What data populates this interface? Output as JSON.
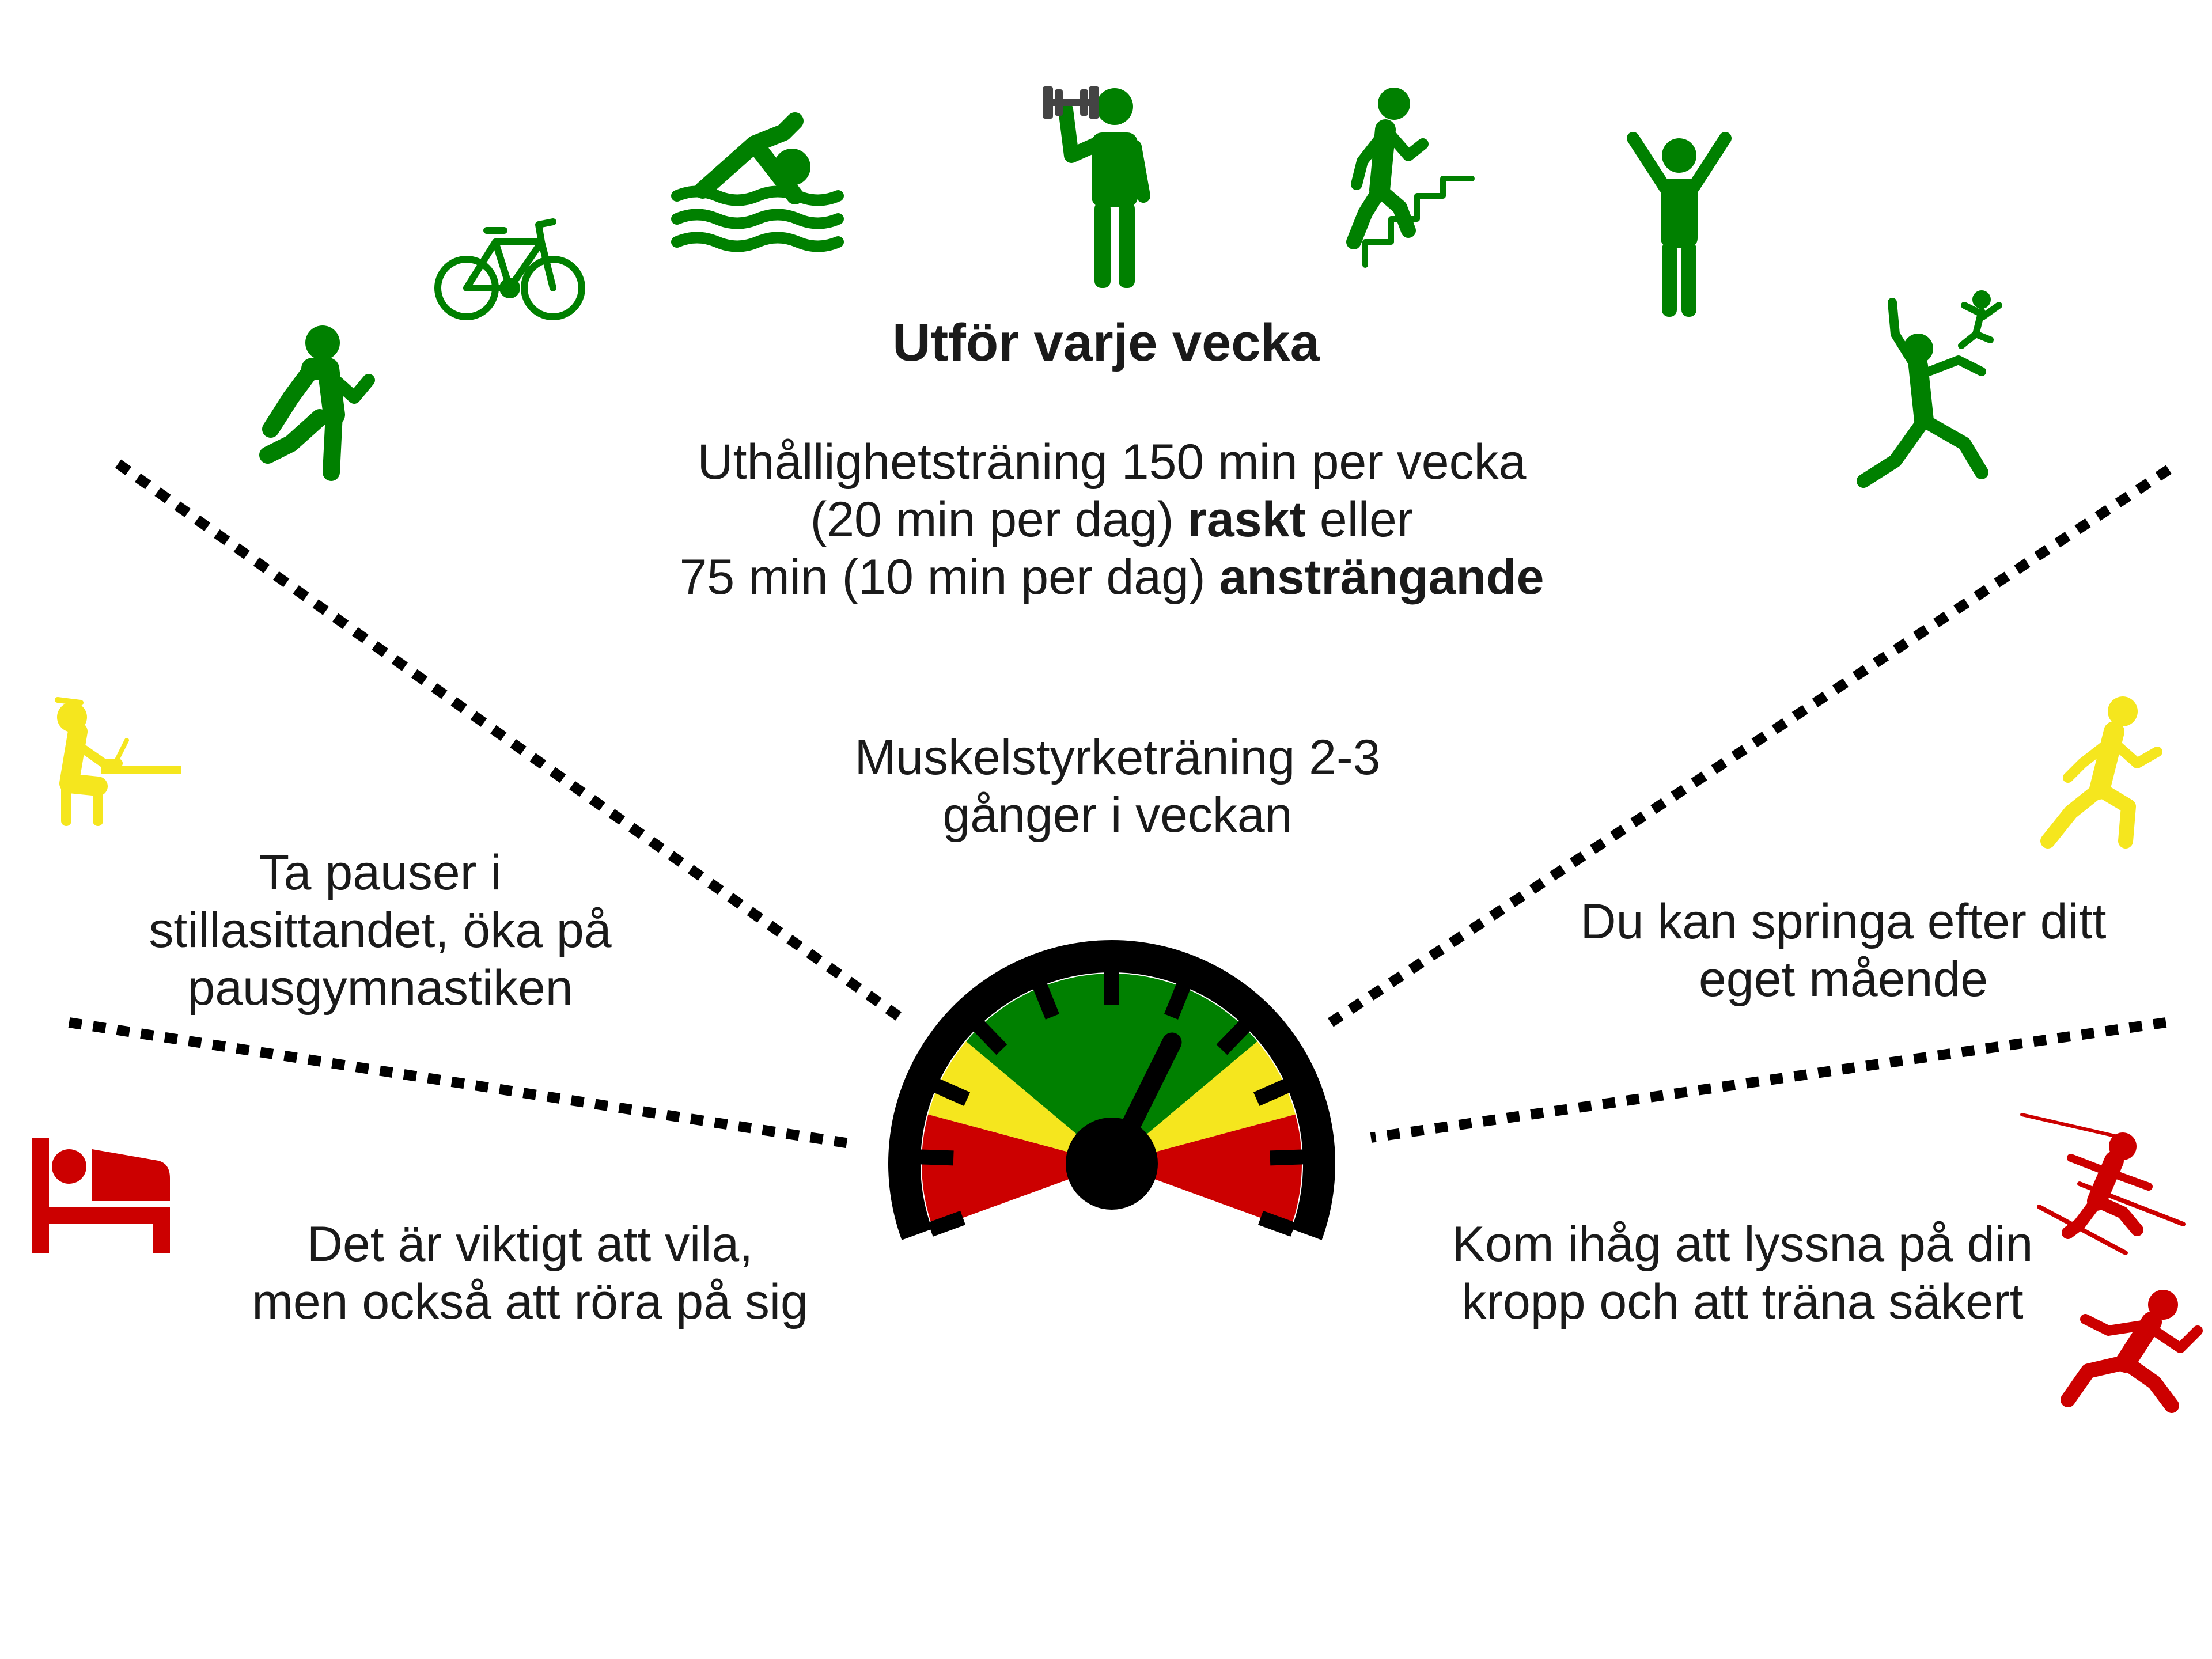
{
  "colors": {
    "green": "#008000",
    "yellow": "#f5e61e",
    "red": "#cc0000",
    "dark": "#000000"
  },
  "header": {
    "title": "Utför varje vecka"
  },
  "endurance": {
    "line1": "Uthållighetsträning 150 min per vecka",
    "line2_pre": "(20 min per dag) ",
    "line2_bold": "raskt",
    "line2_post": " eller",
    "line3_pre": "75 min (10 min per dag) ",
    "line3_bold": "ansträngande"
  },
  "strength": {
    "line1": "Muskelstyrketräning 2-3",
    "line2": "gånger i veckan"
  },
  "left_upper": {
    "line1": "Ta pauser i",
    "line2": "stillasittandet, öka på",
    "line3": "pausgymnastiken"
  },
  "left_lower": {
    "line1": "Det är viktigt att vila,",
    "line2": "men också att röra på sig"
  },
  "right_upper": {
    "line1": "Du kan springa efter ditt",
    "line2": "eget mående"
  },
  "right_lower": {
    "line1": "Kom ihåg att lyssna på din",
    "line2": "kropp och att träna säkert"
  },
  "gauge": {
    "needle_level": 0.62,
    "zones": [
      "red",
      "yellow",
      "green",
      "yellow",
      "red"
    ]
  },
  "icons": {
    "green": [
      "runner-icon",
      "bicycle-icon",
      "swimmer-icon",
      "weightlifter-icon",
      "stairs-climber-icon",
      "arms-up-person-icon",
      "dancer-icon"
    ],
    "yellow": [
      "desk-worker-icon",
      "jogger-icon"
    ],
    "red": [
      "bed-icon",
      "skier-icon",
      "sprinter-icon"
    ]
  }
}
